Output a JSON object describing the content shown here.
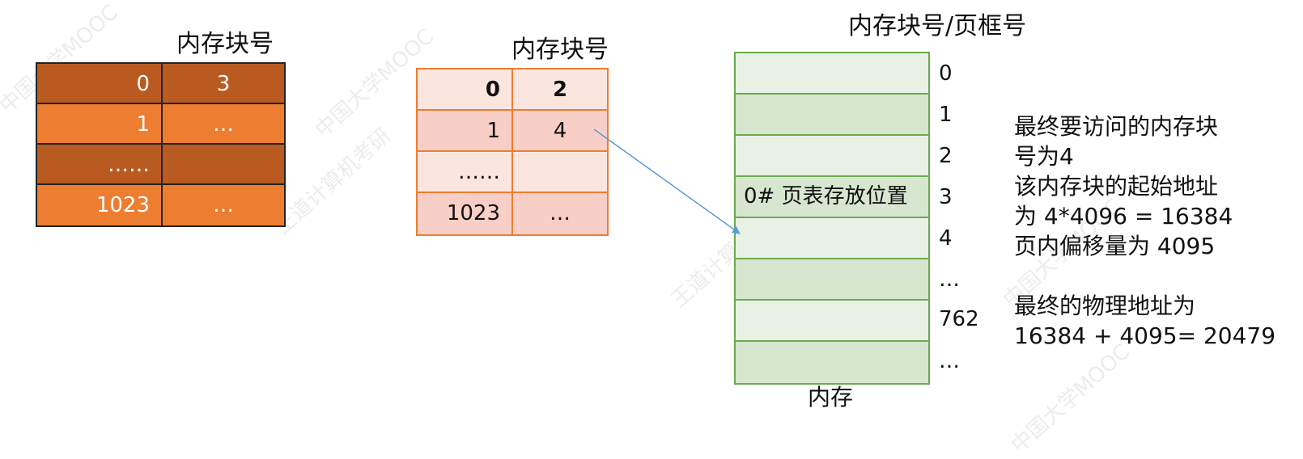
{
  "table1": {
    "header": "内存块号",
    "rows": [
      {
        "left": "0",
        "right": "3"
      },
      {
        "left": "1",
        "right": "…"
      },
      {
        "left": "……",
        "right": ""
      },
      {
        "left": "1023",
        "right": "…"
      }
    ]
  },
  "table2": {
    "header": "内存块号",
    "rows": [
      {
        "left": "0",
        "right": "2"
      },
      {
        "left": "1",
        "right": "4"
      },
      {
        "left": "……",
        "right": ""
      },
      {
        "left": "1023",
        "right": "…"
      }
    ]
  },
  "memory": {
    "header": "内存块号/页框号",
    "blocks": [
      "",
      "",
      "",
      "0# 页表存放位置",
      "",
      "",
      "",
      ""
    ],
    "indices": [
      "0",
      "1",
      "2",
      "3",
      "4",
      "…",
      "762",
      "…"
    ],
    "label": "内存"
  },
  "notes": {
    "line1": "最终要访问的内存块",
    "line2": "号为4",
    "line3": "该内存块的起始地址",
    "line4": "为 4*4096 = 16384",
    "line5": "页内偏移量为 4095",
    "line6": "最终的物理地址为",
    "line7": "16384 + 4095= 20479"
  },
  "watermarks": [
    "中国大学MOOC",
    "王道计算机考研",
    "中国大学MOOC",
    "王道计算机考研",
    "中国大学MOOC",
    "中国大学MOOC"
  ],
  "colors": {
    "table1_dark": "#b95b20",
    "table1_light": "#ed7d31",
    "table2_border": "#ed7d31",
    "memory_border": "#6aab4f",
    "arrow": "#5b9bd5"
  }
}
